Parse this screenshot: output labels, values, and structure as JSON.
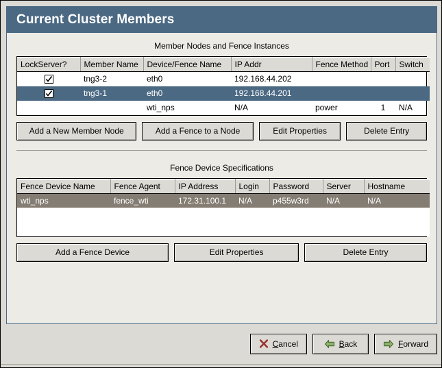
{
  "window": {
    "title": "Current Cluster Members"
  },
  "member_section": {
    "caption": "Member Nodes and Fence Instances",
    "columns": [
      "LockServer?",
      "Member Name",
      "Device/Fence Name",
      "IP Addr",
      "Fence Method",
      "Port",
      "Switch"
    ],
    "rows": [
      {
        "lockserver_checked": true,
        "member_name": "tng3-2",
        "device_fence_name": "eth0",
        "ip_addr": "192.168.44.202",
        "fence_method": "",
        "port": "",
        "switch": "",
        "selected": false
      },
      {
        "lockserver_checked": true,
        "member_name": "tng3-1",
        "device_fence_name": "eth0",
        "ip_addr": "192.168.44.201",
        "fence_method": "",
        "port": "",
        "switch": "",
        "selected": true
      },
      {
        "lockserver_checked": false,
        "member_name": "",
        "device_fence_name": "wti_nps",
        "ip_addr": "N/A",
        "fence_method": "power",
        "port": "1",
        "switch": "N/A",
        "selected": false
      }
    ],
    "buttons": [
      {
        "label": "Add a New Member Node",
        "name": "add-new-member-node-button"
      },
      {
        "label": "Add a Fence to a Node",
        "name": "add-fence-to-node-button"
      },
      {
        "label": "Edit Properties",
        "name": "member-edit-properties-button"
      },
      {
        "label": "Delete Entry",
        "name": "member-delete-entry-button"
      }
    ]
  },
  "fence_section": {
    "caption": "Fence Device Specifications",
    "columns": [
      "Fence Device Name",
      "Fence Agent",
      "IP Address",
      "Login",
      "Password",
      "Server",
      "Hostname"
    ],
    "rows": [
      {
        "fence_device_name": "wti_nps",
        "fence_agent": "fence_wti",
        "ip_address": "172.31.100.1",
        "login": "N/A",
        "password": "p455w3rd",
        "server": "N/A",
        "hostname": "N/A",
        "selected": true
      }
    ],
    "buttons": [
      {
        "label": "Add a Fence Device",
        "name": "add-fence-device-button"
      },
      {
        "label": "Edit Properties",
        "name": "fence-edit-properties-button"
      },
      {
        "label": "Delete Entry",
        "name": "fence-delete-entry-button"
      }
    ]
  },
  "action_bar": {
    "cancel": {
      "pre": "",
      "mnemonic": "C",
      "post": "ancel",
      "icon": "cancel-x-icon"
    },
    "back": {
      "pre": "",
      "mnemonic": "B",
      "post": "ack",
      "icon": "arrow-left-icon"
    },
    "forward": {
      "pre": "",
      "mnemonic": "F",
      "post": "orward",
      "icon": "arrow-right-icon"
    }
  },
  "colors": {
    "title_bar": "#4b6983",
    "selection_active": "#4b6983",
    "selection_inactive": "#847d73",
    "panel_bg": "#ecebe6",
    "dialog_bg": "#dcdad5",
    "accent_green": "#6d9a53",
    "accent_red": "#97352f"
  }
}
